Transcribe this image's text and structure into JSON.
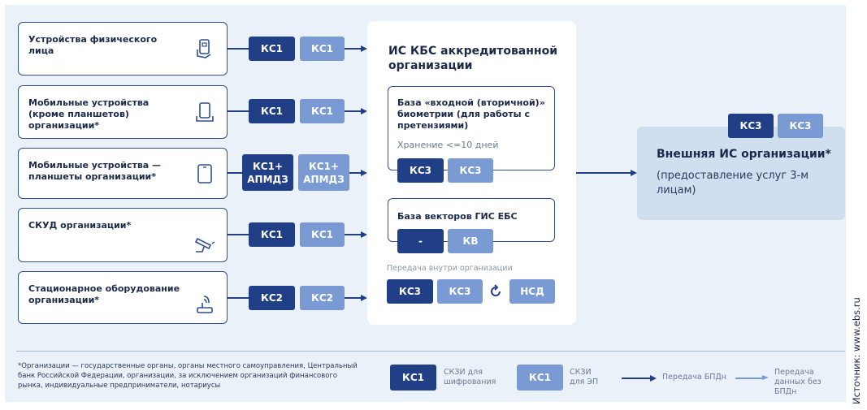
{
  "source": "Источник: www.ebs.ru",
  "devices": [
    {
      "label": "Устройства физического лица",
      "icon": "hand-phone-icon",
      "ks_dark": "КС1",
      "ks_light": "КС1"
    },
    {
      "label": "Мобильные устройства (кроме планшетов) организации*",
      "icon": "mobile-device-icon",
      "ks_dark": "КС1",
      "ks_light": "КС1"
    },
    {
      "label": "Мобильные устройства — планшеты организации*",
      "icon": "tablet-icon",
      "ks_dark": "КС1+ АПМДЗ",
      "ks_light": "КС1+ АПМДЗ"
    },
    {
      "label": "СКУД организации*",
      "icon": "camera-icon",
      "ks_dark": "КС1",
      "ks_light": "КС1"
    },
    {
      "label": "Стационарное оборудование организации*",
      "icon": "terminal-icon",
      "ks_dark": "КС2",
      "ks_light": "КС2"
    }
  ],
  "panel": {
    "title": "ИС КБС аккредитованной организации",
    "db_input": {
      "title": "База «входной (вторичной)» биометрии (для работы с претензиями)",
      "note": "Хранение <=10 дней",
      "ks_dark": "КС3",
      "ks_light": "КС3"
    },
    "db_vectors": {
      "title": "База векторов ГИС ЕБС",
      "ks_dark": "-",
      "ks_light": "КВ"
    },
    "transfer": {
      "label": "Передача внутри организации",
      "ks_dark": "КС3",
      "ks_light": "КС3",
      "nsd": "НСД"
    }
  },
  "external": {
    "title": "Внешняя ИС организации*",
    "subtitle": "(предоставление услуг 3-м лицам)",
    "ks_dark": "КС3",
    "ks_light": "КС3"
  },
  "footnote": "*Организации — государственные органы, органы местного самоуправления, Центральный банк Российской Федерации, организации, за исключением организаций финансового рынка, индивидуальные предприниматели, нотариусы",
  "legend": {
    "ks_dark": "КС1",
    "ks_dark_text": "СКЗИ для шифрования",
    "ks_light": "КС1",
    "ks_light_text": "СКЗИ для ЭП",
    "arrow_dark_text": "Передача БПДн",
    "arrow_light_text": "Передача данных без БПДн"
  },
  "colors": {
    "dark": "#213f87",
    "light": "#7a9ad4",
    "background": "#eaf1f8",
    "external_box": "#cfdff0"
  }
}
